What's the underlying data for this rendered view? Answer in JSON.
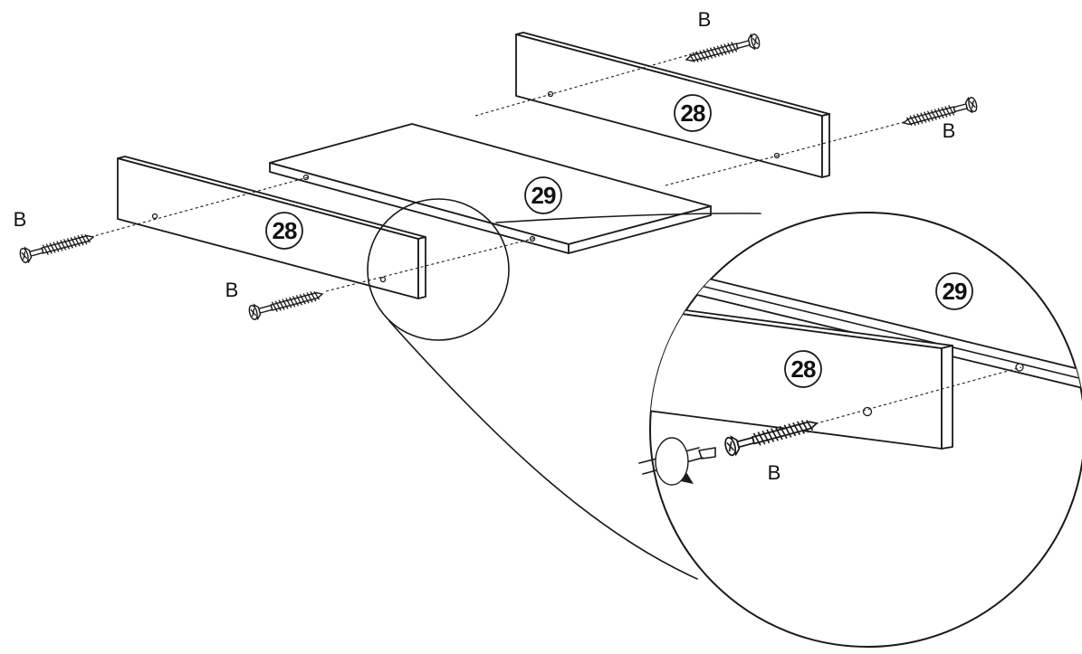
{
  "parts": {
    "side_panel_number": "28",
    "shelf_number": "29"
  },
  "hardware": {
    "screw_label": "B"
  }
}
